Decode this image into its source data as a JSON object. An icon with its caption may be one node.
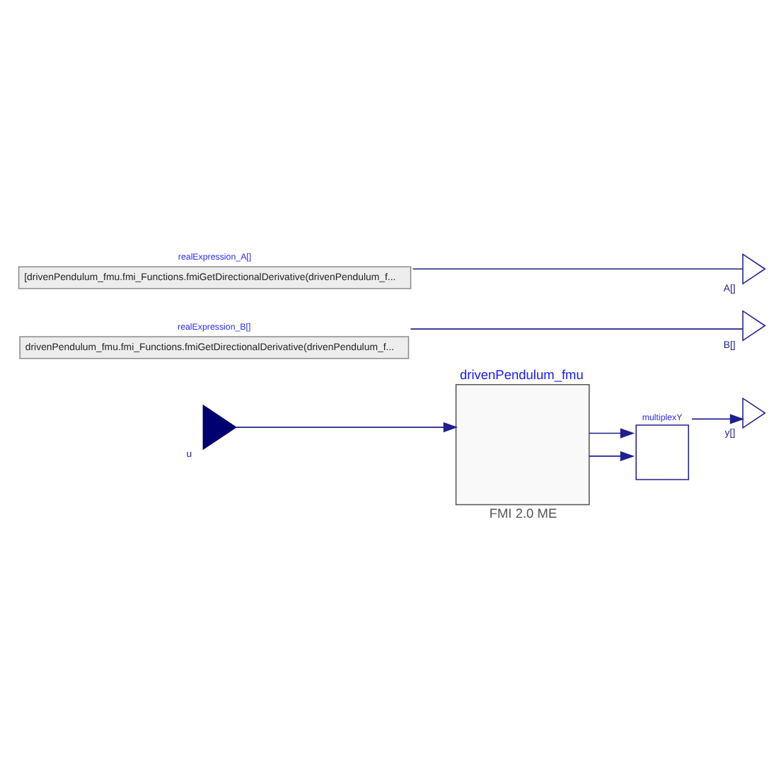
{
  "diagram": {
    "nodes": [
      {
        "text": [
          "realExpression_A[]",
          "[drivenPendulum_fmu.fmi_Functions.fmiGetDirectionalDerivative(drivenPendulum_f..."
        ]
      },
      {
        "text": [
          "realExpression_B[]",
          "drivenPendulum_fmu.fmi_Functions.fmiGetDirectionalDerivative(drivenPendulum_f..."
        ]
      },
      {
        "text": [
          "A[]"
        ]
      },
      {
        "text": [
          "B[]"
        ]
      },
      {
        "text": [
          "u"
        ]
      },
      {
        "text": [
          "drivenPendulum_fmu",
          "FMI 2.0 ME"
        ]
      },
      {
        "text": [
          "multiplexY"
        ]
      },
      {
        "text": [
          "y[]"
        ]
      }
    ],
    "edges": [
      {
        "from": 0,
        "to": 2,
        "arrow": "none"
      },
      {
        "from": 1,
        "to": 3,
        "arrow": "none"
      },
      {
        "from": 4,
        "to": 5,
        "arrow": "to"
      },
      {
        "from": 5,
        "to": 6,
        "arrow": "to"
      },
      {
        "from": 5,
        "to": 6,
        "arrow": "to"
      },
      {
        "from": 6,
        "to": 7,
        "arrow": "to"
      }
    ]
  }
}
